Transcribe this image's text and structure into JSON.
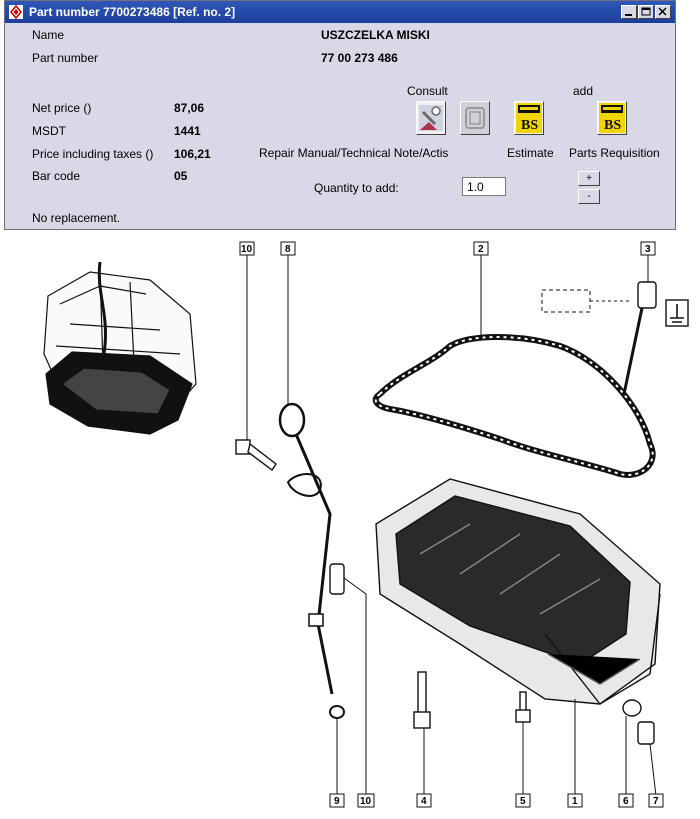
{
  "window": {
    "title": "Part number 7700273486 [Ref. no. 2]"
  },
  "part": {
    "name_label": "Name",
    "name_value": "USZCZELKA MISKI",
    "number_label": "Part number",
    "number_value": "77 00 273 486",
    "net_price_label": "Net price ()",
    "net_price_value": "87,06",
    "msdt_label": "MSDT",
    "msdt_value": "1441",
    "price_tax_label": "Price including taxes ()",
    "price_tax_value": "106,21",
    "barcode_label": "Bar code",
    "barcode_value": "05",
    "replacement_text": "No replacement."
  },
  "actions": {
    "consult_label": "Consult",
    "add_label": "add",
    "repair_manual_label": "Repair Manual/Technical Note/Actis",
    "estimate_label": "Estimate",
    "parts_requisition_label": "Parts Requisition",
    "quantity_label": "Quantity to add:",
    "quantity_value": "1.0",
    "plus_label": "+",
    "minus_label": "-"
  },
  "diagram": {
    "callouts": {
      "c10a": "10",
      "c8": "8",
      "c2": "2",
      "c3": "3",
      "c9": "9",
      "c10b": "10",
      "c4": "4",
      "c5": "5",
      "c1": "1",
      "c6": "6",
      "c7": "7"
    }
  },
  "icons": {
    "app": "renault-logo-icon",
    "manual": "repair-manual-icon",
    "technical_note": "technical-note-icon",
    "estimate": "estimate-icon",
    "requisition": "parts-requisition-icon"
  }
}
